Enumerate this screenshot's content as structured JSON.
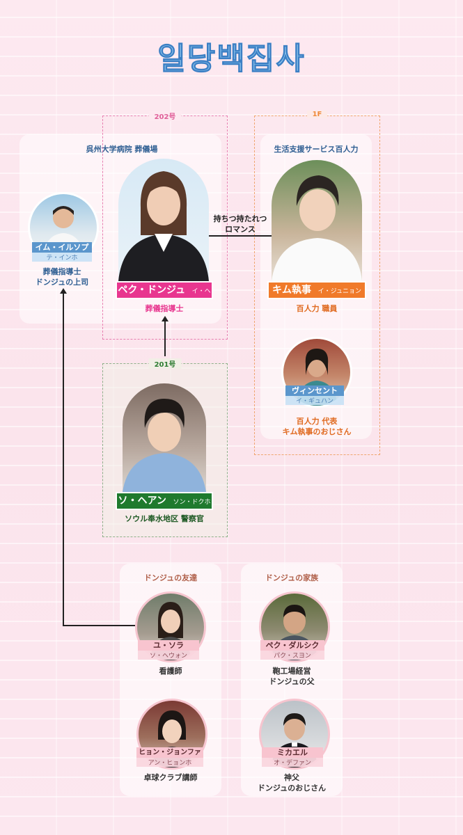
{
  "logo": "일당백집사",
  "groups": {
    "hospital": "呉州大学病院 葬儀場",
    "support": "生活支援サービス百人力",
    "friends": "ドンジュの友達",
    "family": "ドンジュの家族"
  },
  "rooms": {
    "r202": "202号",
    "r1f": "1F",
    "r201": "201号"
  },
  "relation": {
    "line1": "持ちつ持たれつ",
    "line2": "ロマンス"
  },
  "characters": {
    "im": {
      "name": "イム・イルソプ",
      "actor": "テ・インホ",
      "role1": "葬儀指導士",
      "role2": "ドンジュの上司"
    },
    "baek": {
      "name": "ペク・ドンジュ",
      "actor": "イ・ヘリ",
      "role1": "葬儀指導士"
    },
    "kim": {
      "name": "キム執事",
      "actor": "イ・ジュニョン",
      "role1": "百人力 職員"
    },
    "vincent": {
      "name": "ヴィンセント",
      "actor": "イ・ギュハン",
      "role1": "百人力 代表",
      "role2": "キム執事のおじさん"
    },
    "so": {
      "name": "ソ・ヘアン",
      "actor": "ソン・ドクホ",
      "role1": "ソウル奉水地区 警察官"
    },
    "yu": {
      "name": "ユ・ソラ",
      "actor": "ソ・ヘウォン",
      "role1": "看護師"
    },
    "hyon": {
      "name": "ヒョン・ジョンファ",
      "actor": "アン・ヒョンホ",
      "role1": "卓球クラブ講師"
    },
    "dalsik": {
      "name": "ペク・ダルシク",
      "actor": "パク・スヨン",
      "role1": "鞄工場経営",
      "role2": "ドンジュの父"
    },
    "michael": {
      "name": "ミカエル",
      "actor": "オ・デファン",
      "role1": "神父",
      "role2": "ドンジュのおじさん"
    }
  },
  "colors": {
    "pink": "#e8368f",
    "orange": "#f07a2a",
    "green": "#1f7a2e",
    "blue": "#2f6fb0"
  }
}
